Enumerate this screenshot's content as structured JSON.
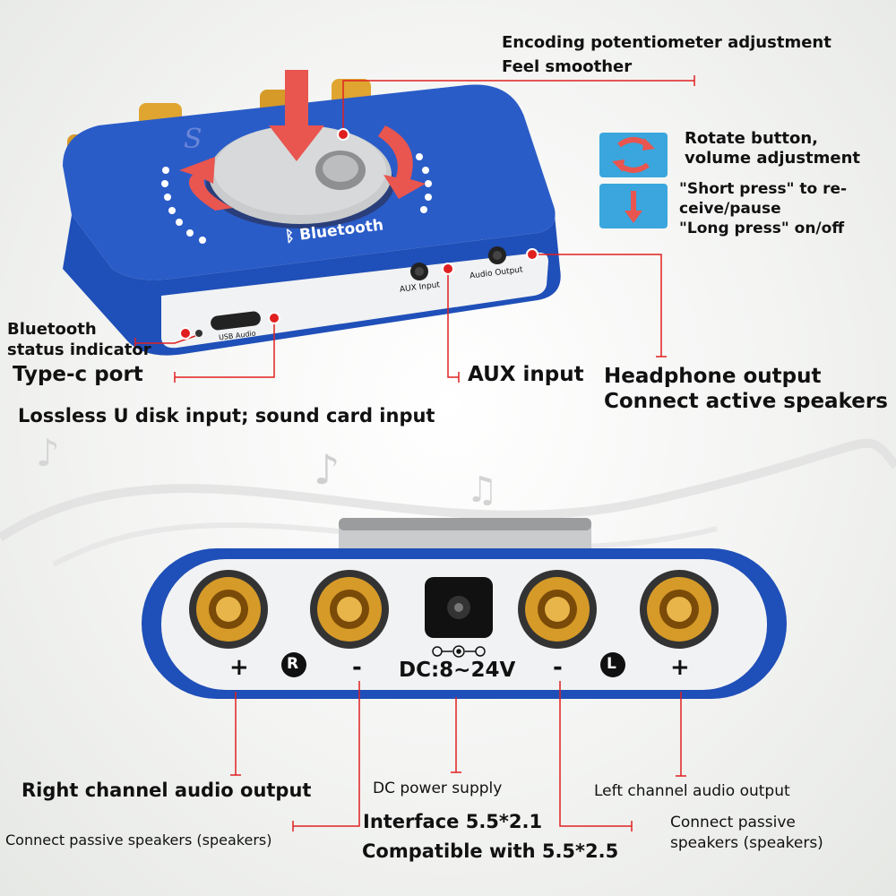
{
  "top_device": {
    "brand_label": "Bluetooth",
    "aux_port_label": "AUX Input",
    "audio_output_port_label": "Audio Output",
    "usb_port_label": "USB Audio"
  },
  "annotations": {
    "encoding_line1": "Encoding potentiometer adjustment",
    "encoding_line2": "Feel smoother",
    "rotate_line1": "Rotate button,",
    "rotate_line2": "volume adjustment",
    "press_line1": "\"Short press\" to re-",
    "press_line2": "ceive/pause",
    "press_line3": "\"Long press\" on/off",
    "bt_status_line1": "Bluetooth",
    "bt_status_line2": "status indicator",
    "typec": "Type-c port",
    "aux_input": "AUX input",
    "headphone_line1": "Headphone output",
    "headphone_line2": "Connect active speakers",
    "lossless": "Lossless U disk input; sound card input"
  },
  "bottom_device": {
    "plus_right": "+",
    "r_badge": "R",
    "minus_right": "-",
    "dc_label": "DC:8~24V",
    "minus_left": "-",
    "l_badge": "L",
    "plus_left": "+"
  },
  "bottom_annotations": {
    "right_channel": "Right channel audio output",
    "connect_passive_left": "Connect passive speakers (speakers)",
    "dc_power": "DC power supply",
    "interface": "Interface 5.5*2.1",
    "compatible": "Compatible with 5.5*2.5",
    "left_channel": "Left channel audio output",
    "connect_passive_right1": "Connect passive",
    "connect_passive_right2": "speakers (speakers)"
  },
  "colors": {
    "device_blue": "#1f4fb8",
    "knob_gray": "#c9cbcc",
    "arrow_red": "#e9554f",
    "callout_red": "#e02020",
    "icon_blue": "#3aa6dd",
    "gold": "#d69a28"
  }
}
